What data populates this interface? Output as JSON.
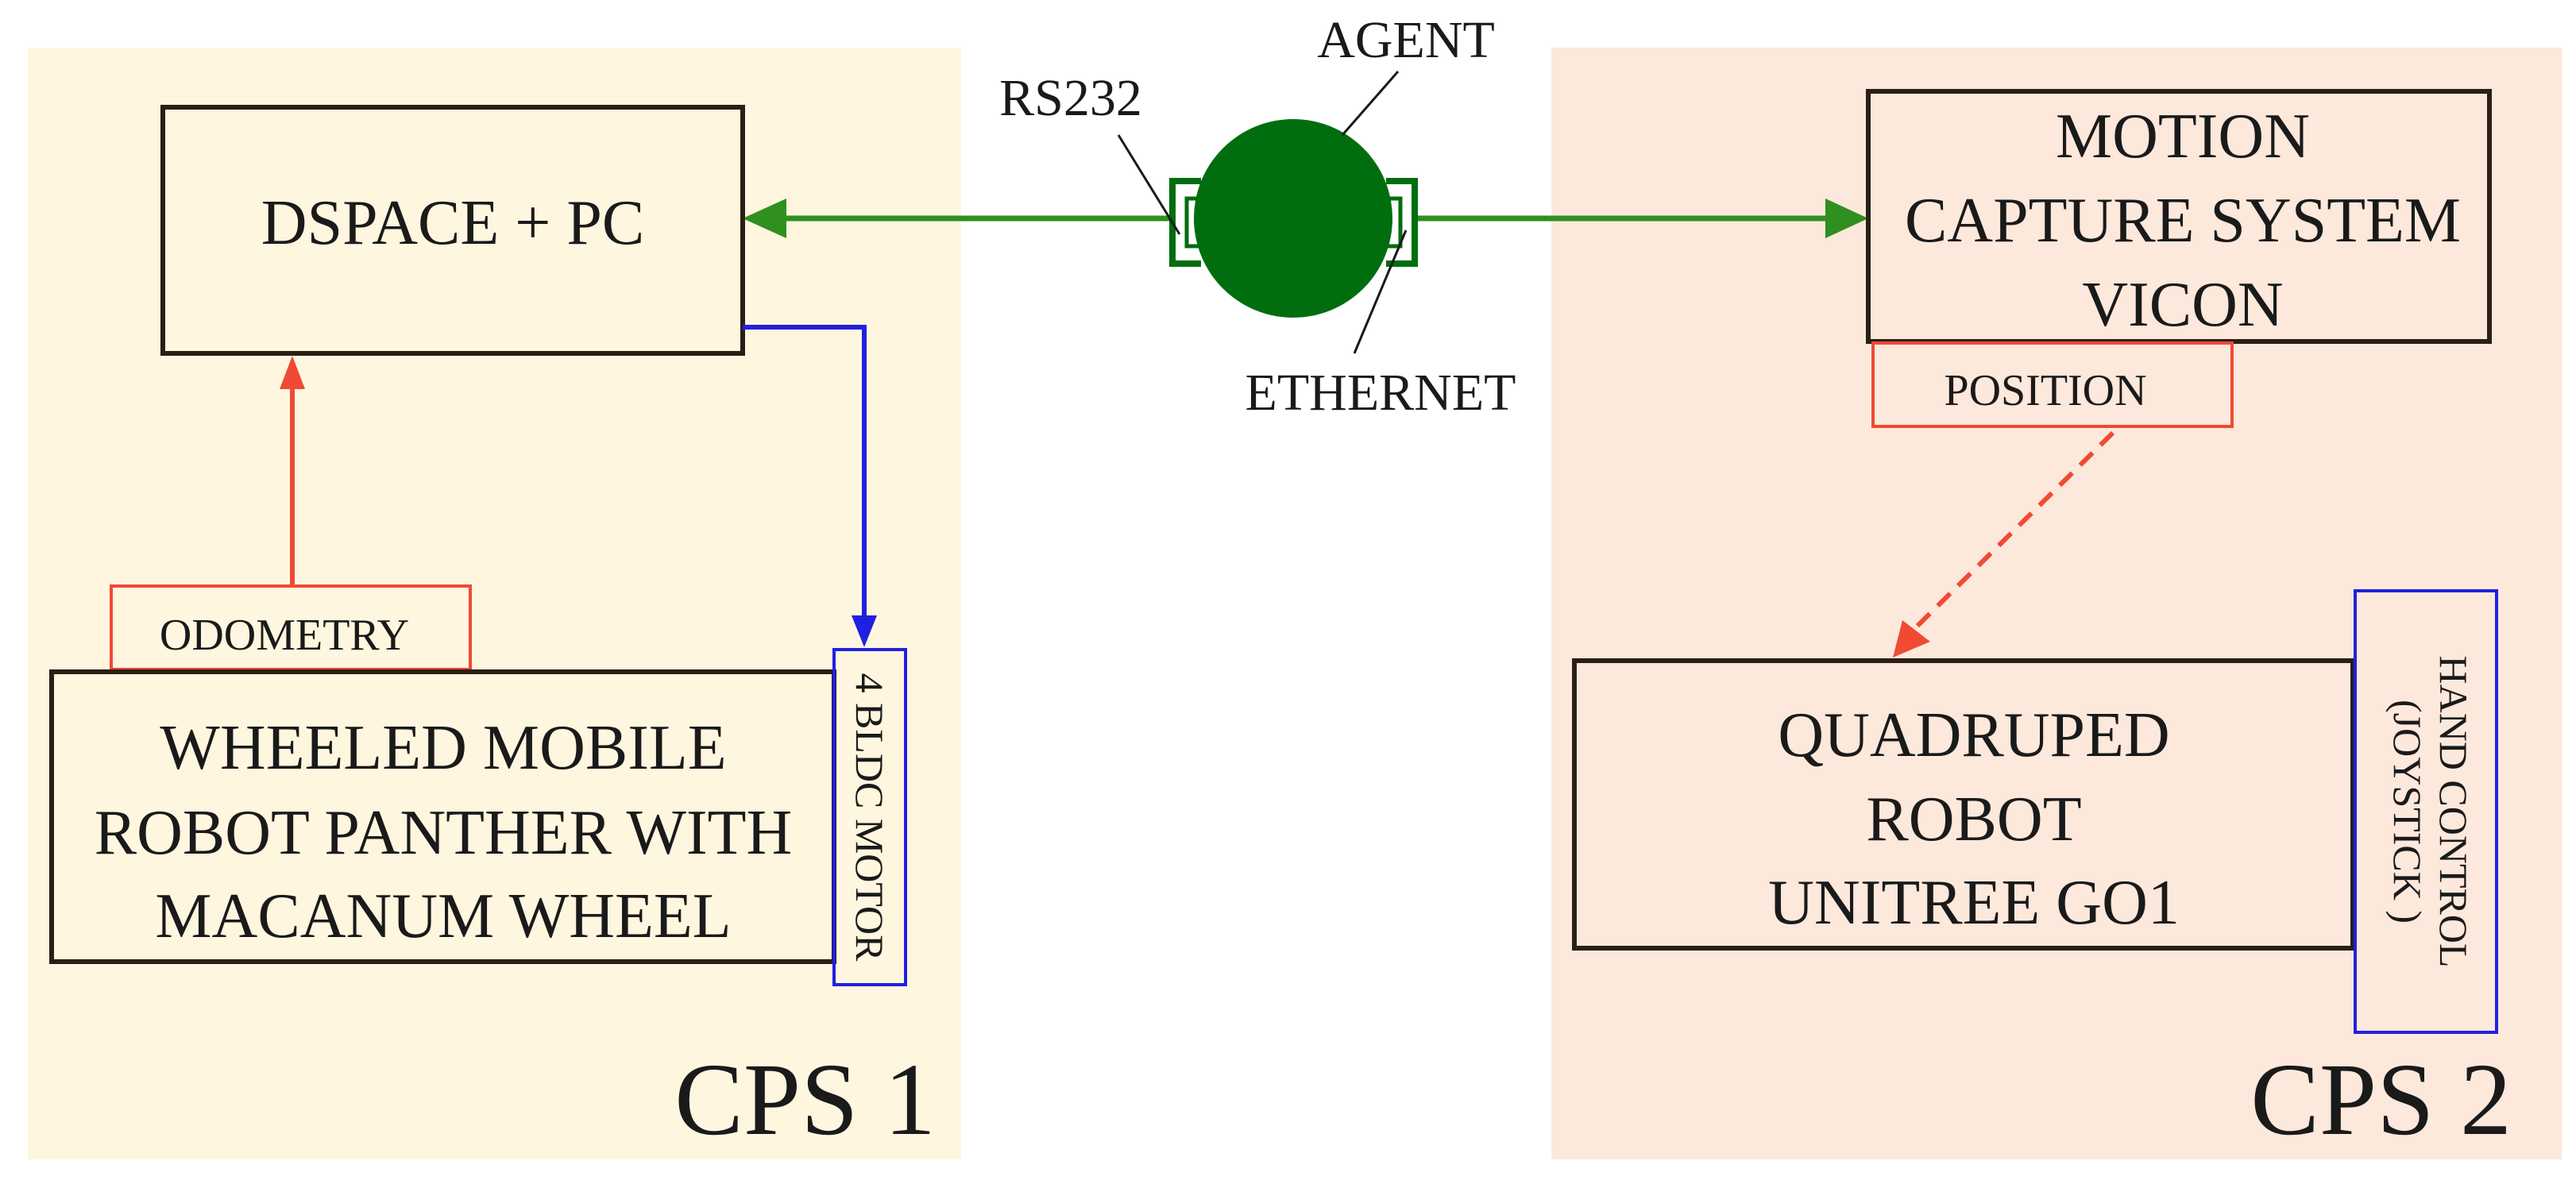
{
  "colors": {
    "cps1_bg": "#fff6e0",
    "cps2_bg": "#fde8dc",
    "box_stroke": "#2a1f14",
    "agent": "#006d0f",
    "link_green": "#2f8f1f",
    "odometry_red": "#f04a34",
    "motor_blue": "#2020e0",
    "position_red": "#f04a34"
  },
  "regions": {
    "cps1_label": "CPS 1",
    "cps2_label": "CPS 2"
  },
  "agent": {
    "label": "AGENT",
    "left_port_label": "RS232",
    "right_port_label": "ETHERNET"
  },
  "cps1": {
    "controller": "DSPACE + PC",
    "robot_lines": [
      "WHEELED MOBILE",
      "ROBOT PANTHER WITH",
      "MACANUM WHEEL"
    ],
    "odometry": "ODOMETRY",
    "motor": "4 BLDC MOTOR"
  },
  "cps2": {
    "mocap_lines": [
      "MOTION",
      "CAPTURE SYSTEM",
      "VICON"
    ],
    "position": "POSITION",
    "robot_lines": [
      "QUADRUPED",
      "ROBOT",
      "UNITREE GO1"
    ],
    "hand_control_lines": [
      "HAND CONTROL",
      "(JOYSTICK )"
    ]
  }
}
